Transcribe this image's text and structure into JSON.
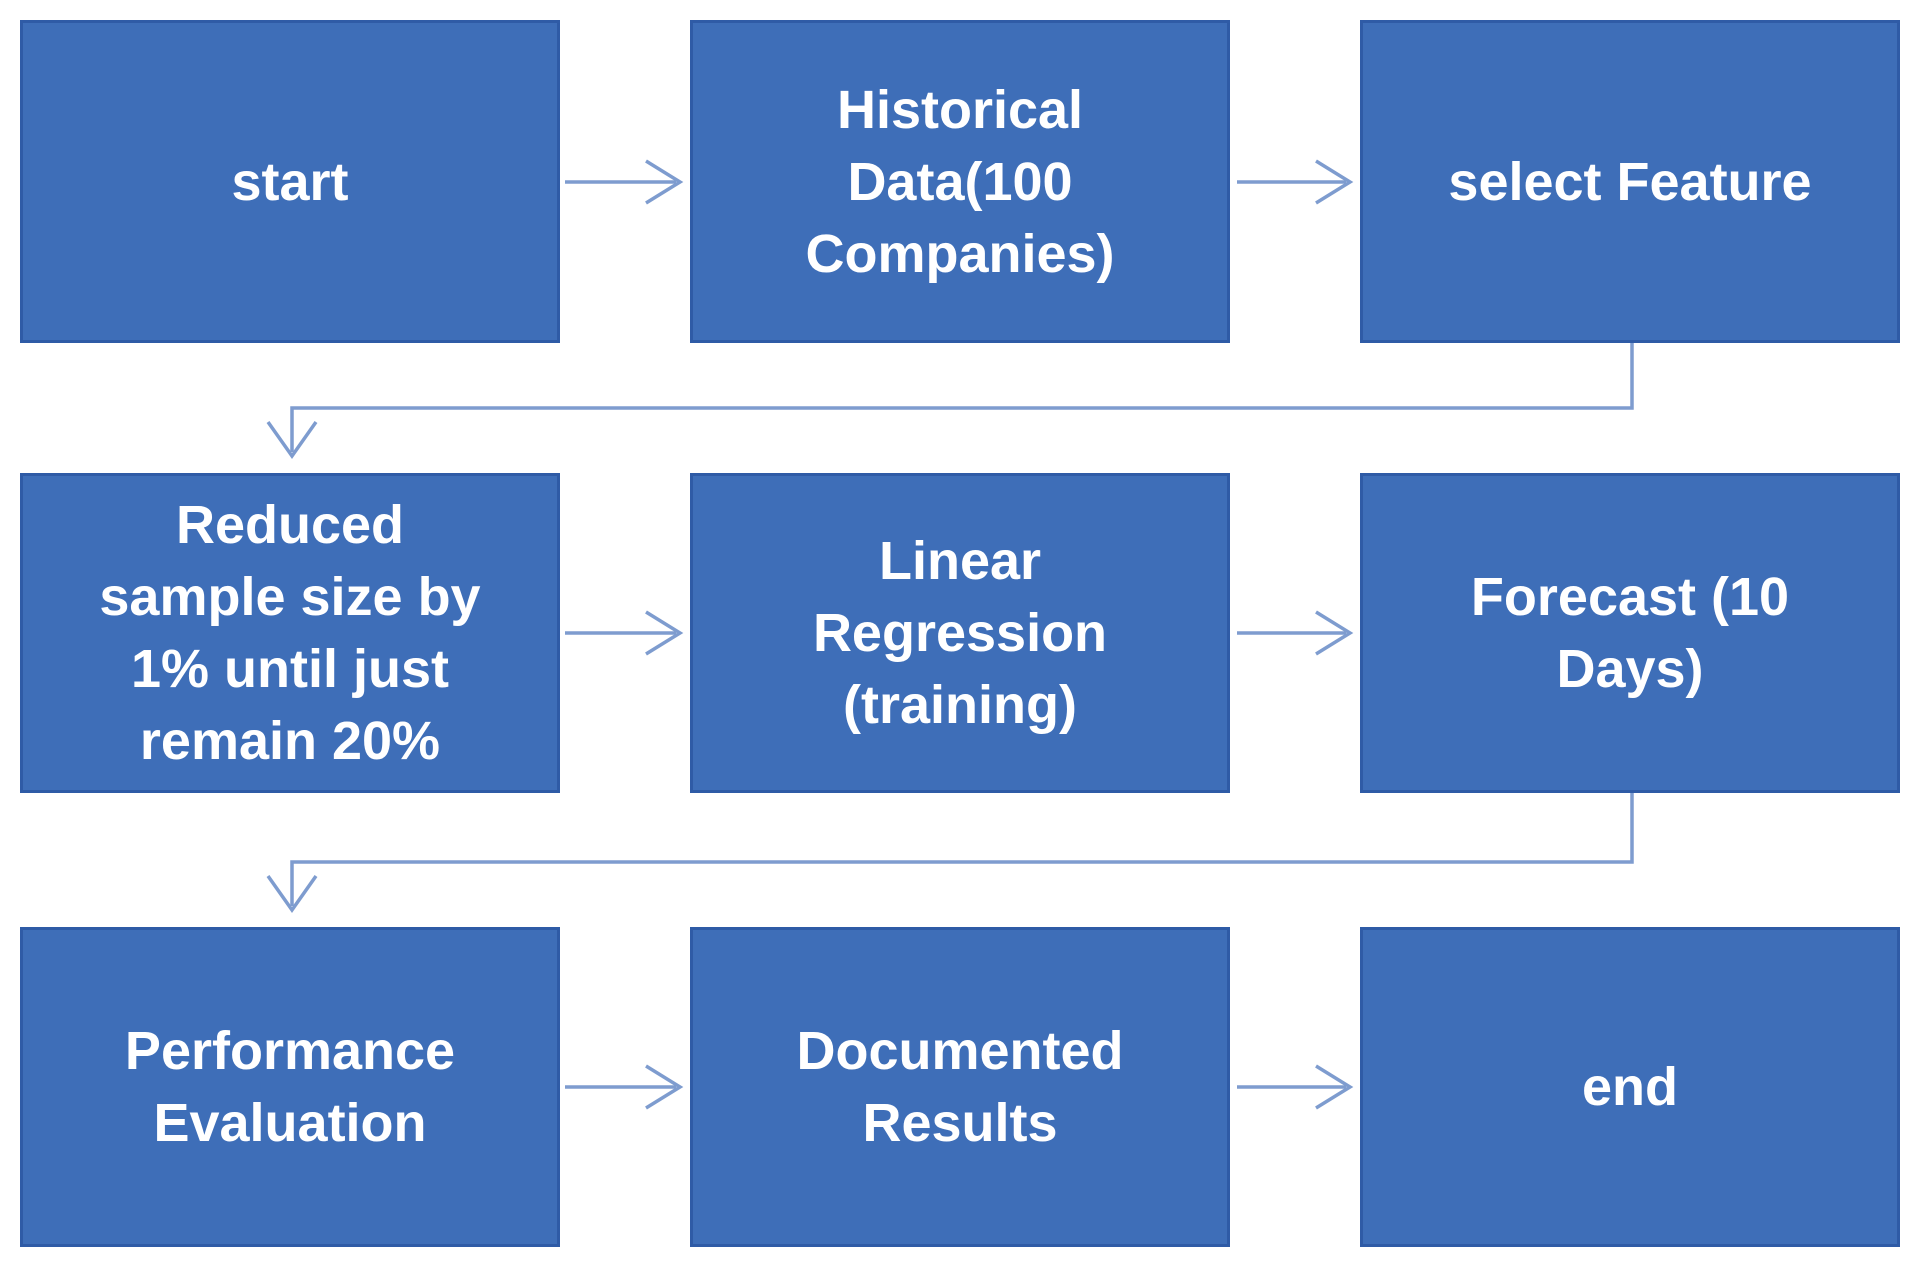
{
  "diagram": {
    "type": "flowchart",
    "nodes": [
      {
        "id": "start",
        "label": "start"
      },
      {
        "id": "historical-data",
        "label": "Historical Data(100 Companies)"
      },
      {
        "id": "select-feature",
        "label": "select Feature"
      },
      {
        "id": "reduced-sample",
        "label": "Reduced sample size by 1% until just remain 20%"
      },
      {
        "id": "linear-regression",
        "label": "Linear Regression (training)"
      },
      {
        "id": "forecast",
        "label": "Forecast (10 Days)"
      },
      {
        "id": "performance-evaluation",
        "label": "Performance Evaluation"
      },
      {
        "id": "documented-results",
        "label": "Documented Results"
      },
      {
        "id": "end",
        "label": "end"
      }
    ],
    "edges": [
      {
        "from": "start",
        "to": "historical-data",
        "style": "straight-right"
      },
      {
        "from": "historical-data",
        "to": "select-feature",
        "style": "straight-right"
      },
      {
        "from": "select-feature",
        "to": "reduced-sample",
        "style": "elbow-down-left-down"
      },
      {
        "from": "reduced-sample",
        "to": "linear-regression",
        "style": "straight-right"
      },
      {
        "from": "linear-regression",
        "to": "forecast",
        "style": "straight-right"
      },
      {
        "from": "forecast",
        "to": "performance-evaluation",
        "style": "elbow-down-left-down"
      },
      {
        "from": "performance-evaluation",
        "to": "documented-results",
        "style": "straight-right"
      },
      {
        "from": "documented-results",
        "to": "end",
        "style": "straight-right"
      }
    ],
    "colors": {
      "node_fill": "#3e6eb8",
      "node_border": "#2f5ba6",
      "connector": "#7e9ccf",
      "text": "#ffffff"
    }
  }
}
